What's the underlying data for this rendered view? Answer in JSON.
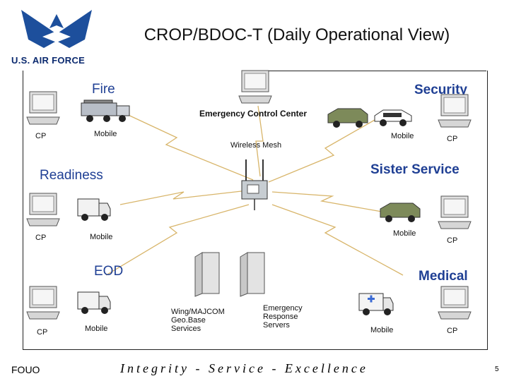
{
  "header": {
    "title": "CROP/BDOC-T (Daily Operational View)",
    "brand": "U.S. AIR FORCE"
  },
  "groups": {
    "fire": "Fire",
    "security": "Security",
    "readiness": "Readiness",
    "sister_service": "Sister Service",
    "eod": "EOD",
    "medical": "Medical"
  },
  "nodes": {
    "ecc": "Emergency Control Center",
    "wireless_mesh": "Wireless Mesh",
    "wing_majcom": "Wing/MAJCOM Geo.Base Services",
    "emergency_response": "Emergency Response Servers"
  },
  "labels": {
    "cp": "CP",
    "mobile": "Mobile"
  },
  "footer": {
    "fouo": "FOUO",
    "motto": "Integrity - Service - Excellence",
    "page": "5"
  },
  "colors": {
    "accent": "#1f3f94",
    "brand": "#0b2a6f",
    "links": "#d8b56a"
  }
}
